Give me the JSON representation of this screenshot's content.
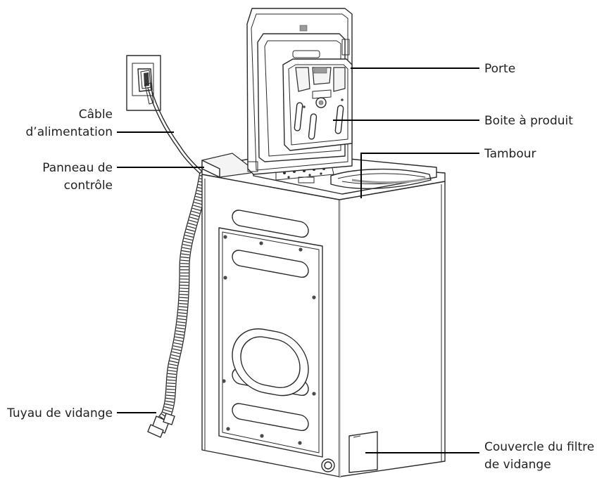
{
  "labels": {
    "porte": "Porte",
    "boite_a_produit": "Boite à produit",
    "tambour": "Tambour",
    "cable_line1": "Câble",
    "cable_line2": "d’alimentation",
    "panneau_line1": "Panneau de",
    "panneau_line2": "contrôle",
    "tuyau": "Tuyau de vidange",
    "couvercle_line1": "Couvercle du filtre",
    "couvercle_line2": "de vidange"
  }
}
